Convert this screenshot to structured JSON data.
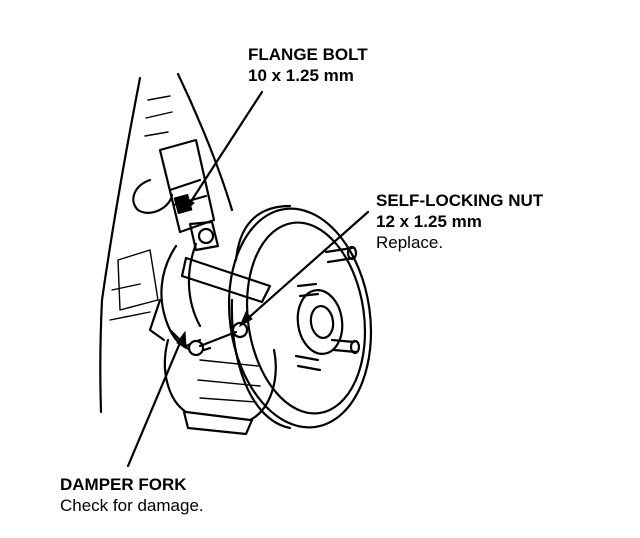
{
  "labels": {
    "flange_bolt": {
      "title": "FLANGE BOLT",
      "size": "10 x 1.25 mm"
    },
    "self_locking_nut": {
      "title": "SELF-LOCKING NUT",
      "size": "12 x 1.25 mm",
      "note": "Replace."
    },
    "damper_fork": {
      "title": "DAMPER FORK",
      "note": "Check for damage."
    }
  },
  "colors": {
    "ink": "#000000",
    "background": "#ffffff"
  }
}
